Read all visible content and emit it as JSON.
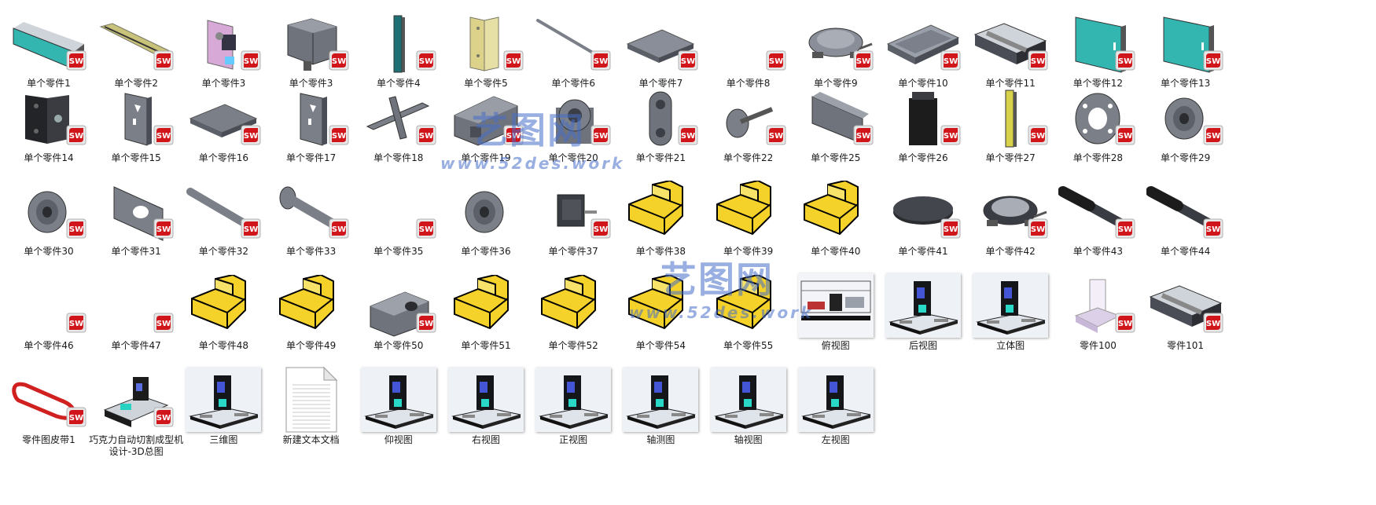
{
  "watermark": {
    "brand": "艺图网",
    "url": "www.52des.work"
  },
  "files": [
    {
      "label": "单个零件1",
      "icon": "cabinet-part-icon",
      "color": "#33b5b0",
      "sw": true
    },
    {
      "label": "单个零件2",
      "icon": "rail-part-icon",
      "color": "#c9c27a",
      "sw": true
    },
    {
      "label": "单个零件3",
      "icon": "bracket-part-icon",
      "color": "#d6a9d6",
      "sw": true
    },
    {
      "label": "单个零件3",
      "icon": "block-part-icon",
      "color": "#6f737c",
      "sw": true
    },
    {
      "label": "单个零件4",
      "icon": "post-part-icon",
      "color": "#1e6f73",
      "sw": true
    },
    {
      "label": "单个零件5",
      "icon": "hinge-part-icon",
      "color": "#dcd28a",
      "sw": true
    },
    {
      "label": "单个零件6",
      "icon": "rod-part-icon",
      "color": "#7b7f88",
      "sw": true
    },
    {
      "label": "单个零件7",
      "icon": "plate-part-icon",
      "color": "#8a8e98",
      "sw": true
    },
    {
      "label": "单个零件8",
      "icon": "blank-part-icon",
      "color": "#ffffff",
      "sw": true
    },
    {
      "label": "单个零件9",
      "icon": "rotary-table-part-icon",
      "color": "#8a8e98",
      "sw": true
    },
    {
      "label": "单个零件10",
      "icon": "tray-part-icon",
      "color": "#8a8e98",
      "sw": true
    },
    {
      "label": "单个零件11",
      "icon": "conveyor-part-icon",
      "color": "#4a4d55",
      "sw": true
    },
    {
      "label": "单个零件12",
      "icon": "door-part-icon",
      "color": "#33b5b0",
      "sw": true
    },
    {
      "label": "单个零件13",
      "icon": "door-part-icon",
      "color": "#33b5b0",
      "sw": true
    },
    {
      "label": "单个零件14",
      "icon": "hinge-black-part-icon",
      "color": "#222428",
      "sw": true
    },
    {
      "label": "单个零件15",
      "icon": "bracket-plate-part-icon",
      "color": "#7b7f88",
      "sw": true
    },
    {
      "label": "单个零件16",
      "icon": "plate-part-icon",
      "color": "#7b7f88",
      "sw": true
    },
    {
      "label": "单个零件17",
      "icon": "bracket-plate-part-icon",
      "color": "#7b7f88",
      "sw": true
    },
    {
      "label": "单个零件18",
      "icon": "cross-part-icon",
      "color": "#7b7f88",
      "sw": true
    },
    {
      "label": "单个零件19",
      "icon": "clamp-part-icon",
      "color": "#6f737c",
      "sw": true
    },
    {
      "label": "单个零件20",
      "icon": "bearing-seat-part-icon",
      "color": "#6f737c",
      "sw": true
    },
    {
      "label": "单个零件21",
      "icon": "link-part-icon",
      "color": "#6f737c",
      "sw": true
    },
    {
      "label": "单个零件22",
      "icon": "knob-part-icon",
      "color": "#7b7f88",
      "sw": true
    },
    {
      "label": "单个零件25",
      "icon": "wedge-part-icon",
      "color": "#6f737c",
      "sw": true
    },
    {
      "label": "单个零件26",
      "icon": "motor-part-icon",
      "color": "#1c1c1c",
      "sw": true
    },
    {
      "label": "单个零件27",
      "icon": "post-part-icon",
      "color": "#d8d24a",
      "sw": true
    },
    {
      "label": "单个零件28",
      "icon": "flange-part-icon",
      "color": "#7b7f88",
      "sw": true
    },
    {
      "label": "单个零件29",
      "icon": "pulley-part-icon",
      "color": "#7b7f88",
      "sw": true
    },
    {
      "label": "单个零件30",
      "icon": "pulley-part-icon",
      "color": "#7b7f88",
      "sw": true
    },
    {
      "label": "单个零件31",
      "icon": "plate-hole-part-icon",
      "color": "#7b7f88",
      "sw": true
    },
    {
      "label": "单个零件32",
      "icon": "shaft-part-icon",
      "color": "#7b7f88",
      "sw": true
    },
    {
      "label": "单个零件33",
      "icon": "stepped-shaft-part-icon",
      "color": "#7b7f88",
      "sw": true
    },
    {
      "label": "单个零件35",
      "icon": "blank-part-icon",
      "color": "#ffffff",
      "sw": true
    },
    {
      "label": "单个零件36",
      "icon": "pulley-part-icon",
      "color": "#7b7f88",
      "sw": false
    },
    {
      "label": "单个零件37",
      "icon": "stepper-motor-part-icon",
      "color": "#3a3c44",
      "sw": true
    },
    {
      "label": "单个零件38",
      "icon": "yellow-l-block-icon",
      "color": "#f5d22a",
      "sw": false
    },
    {
      "label": "单个零件39",
      "icon": "yellow-l-block-icon",
      "color": "#f5d22a",
      "sw": false
    },
    {
      "label": "单个零件40",
      "icon": "yellow-l-block-icon",
      "color": "#f5d22a",
      "sw": false
    },
    {
      "label": "单个零件41",
      "icon": "disc-part-icon",
      "color": "#2a2c30",
      "sw": true
    },
    {
      "label": "单个零件42",
      "icon": "rotary-table-part-icon",
      "color": "#3a3c44",
      "sw": true
    },
    {
      "label": "单个零件43",
      "icon": "cylinder-part-icon",
      "color": "#3a3c44",
      "sw": true
    },
    {
      "label": "单个零件44",
      "icon": "cylinder-part-icon",
      "color": "#3a3c44",
      "sw": true
    },
    {
      "label": "单个零件46",
      "icon": "blank-part-icon",
      "color": "#ffffff",
      "sw": true
    },
    {
      "label": "单个零件47",
      "icon": "blank-part-icon",
      "color": "#ffffff",
      "sw": true
    },
    {
      "label": "单个零件48",
      "icon": "yellow-l-block-icon",
      "color": "#f5d22a",
      "sw": false
    },
    {
      "label": "单个零件49",
      "icon": "yellow-l-block-icon",
      "color": "#f5d22a",
      "sw": false
    },
    {
      "label": "单个零件50",
      "icon": "bearing-block-part-icon",
      "color": "#6f737c",
      "sw": true
    },
    {
      "label": "单个零件51",
      "icon": "yellow-l-block-icon",
      "color": "#f5d22a",
      "sw": false
    },
    {
      "label": "单个零件52",
      "icon": "yellow-l-block-icon",
      "color": "#f5d22a",
      "sw": false
    },
    {
      "label": "单个零件54",
      "icon": "yellow-l-block-icon",
      "color": "#f5d22a",
      "sw": false
    },
    {
      "label": "单个零件55",
      "icon": "yellow-l-block-icon",
      "color": "#f5d22a",
      "sw": false
    },
    {
      "label": "俯视图",
      "icon": "top-view-image-icon",
      "color": "#e8ecf3",
      "sw": false
    },
    {
      "label": "后视图",
      "icon": "machine-image-icon",
      "color": "#e8ecf3",
      "sw": false
    },
    {
      "label": "立体图",
      "icon": "machine-image-icon",
      "color": "#e8ecf3",
      "sw": false
    },
    {
      "label": "零件100",
      "icon": "sleeve-part-icon",
      "color": "#dcd0e8",
      "sw": true
    },
    {
      "label": "零件101",
      "icon": "conveyor-part-icon",
      "color": "#4a4d55",
      "sw": true
    },
    {
      "label": "零件图皮带1",
      "icon": "belt-part-icon",
      "color": "#d02020",
      "sw": true
    },
    {
      "label": "巧克力自动切割成型机设计-3D总图",
      "icon": "assembly-icon",
      "color": "#1c1c1c",
      "sw": true
    },
    {
      "label": "三维图",
      "icon": "machine-image-icon",
      "color": "#e8ecf3",
      "sw": false
    },
    {
      "label": "新建文本文档",
      "icon": "text-document-icon",
      "color": "#ffffff",
      "sw": false
    },
    {
      "label": "仰视图",
      "icon": "machine-image-icon",
      "color": "#e8ecf3",
      "sw": false
    },
    {
      "label": "右视图",
      "icon": "machine-image-icon",
      "color": "#e8ecf3",
      "sw": false
    },
    {
      "label": "正视图",
      "icon": "machine-image-icon",
      "color": "#e8ecf3",
      "sw": false
    },
    {
      "label": "轴测图",
      "icon": "machine-image-icon",
      "color": "#e8ecf3",
      "sw": false
    },
    {
      "label": "轴视图",
      "icon": "machine-image-icon",
      "color": "#e8ecf3",
      "sw": false
    },
    {
      "label": "左视图",
      "icon": "machine-image-icon",
      "color": "#e8ecf3",
      "sw": false
    }
  ]
}
